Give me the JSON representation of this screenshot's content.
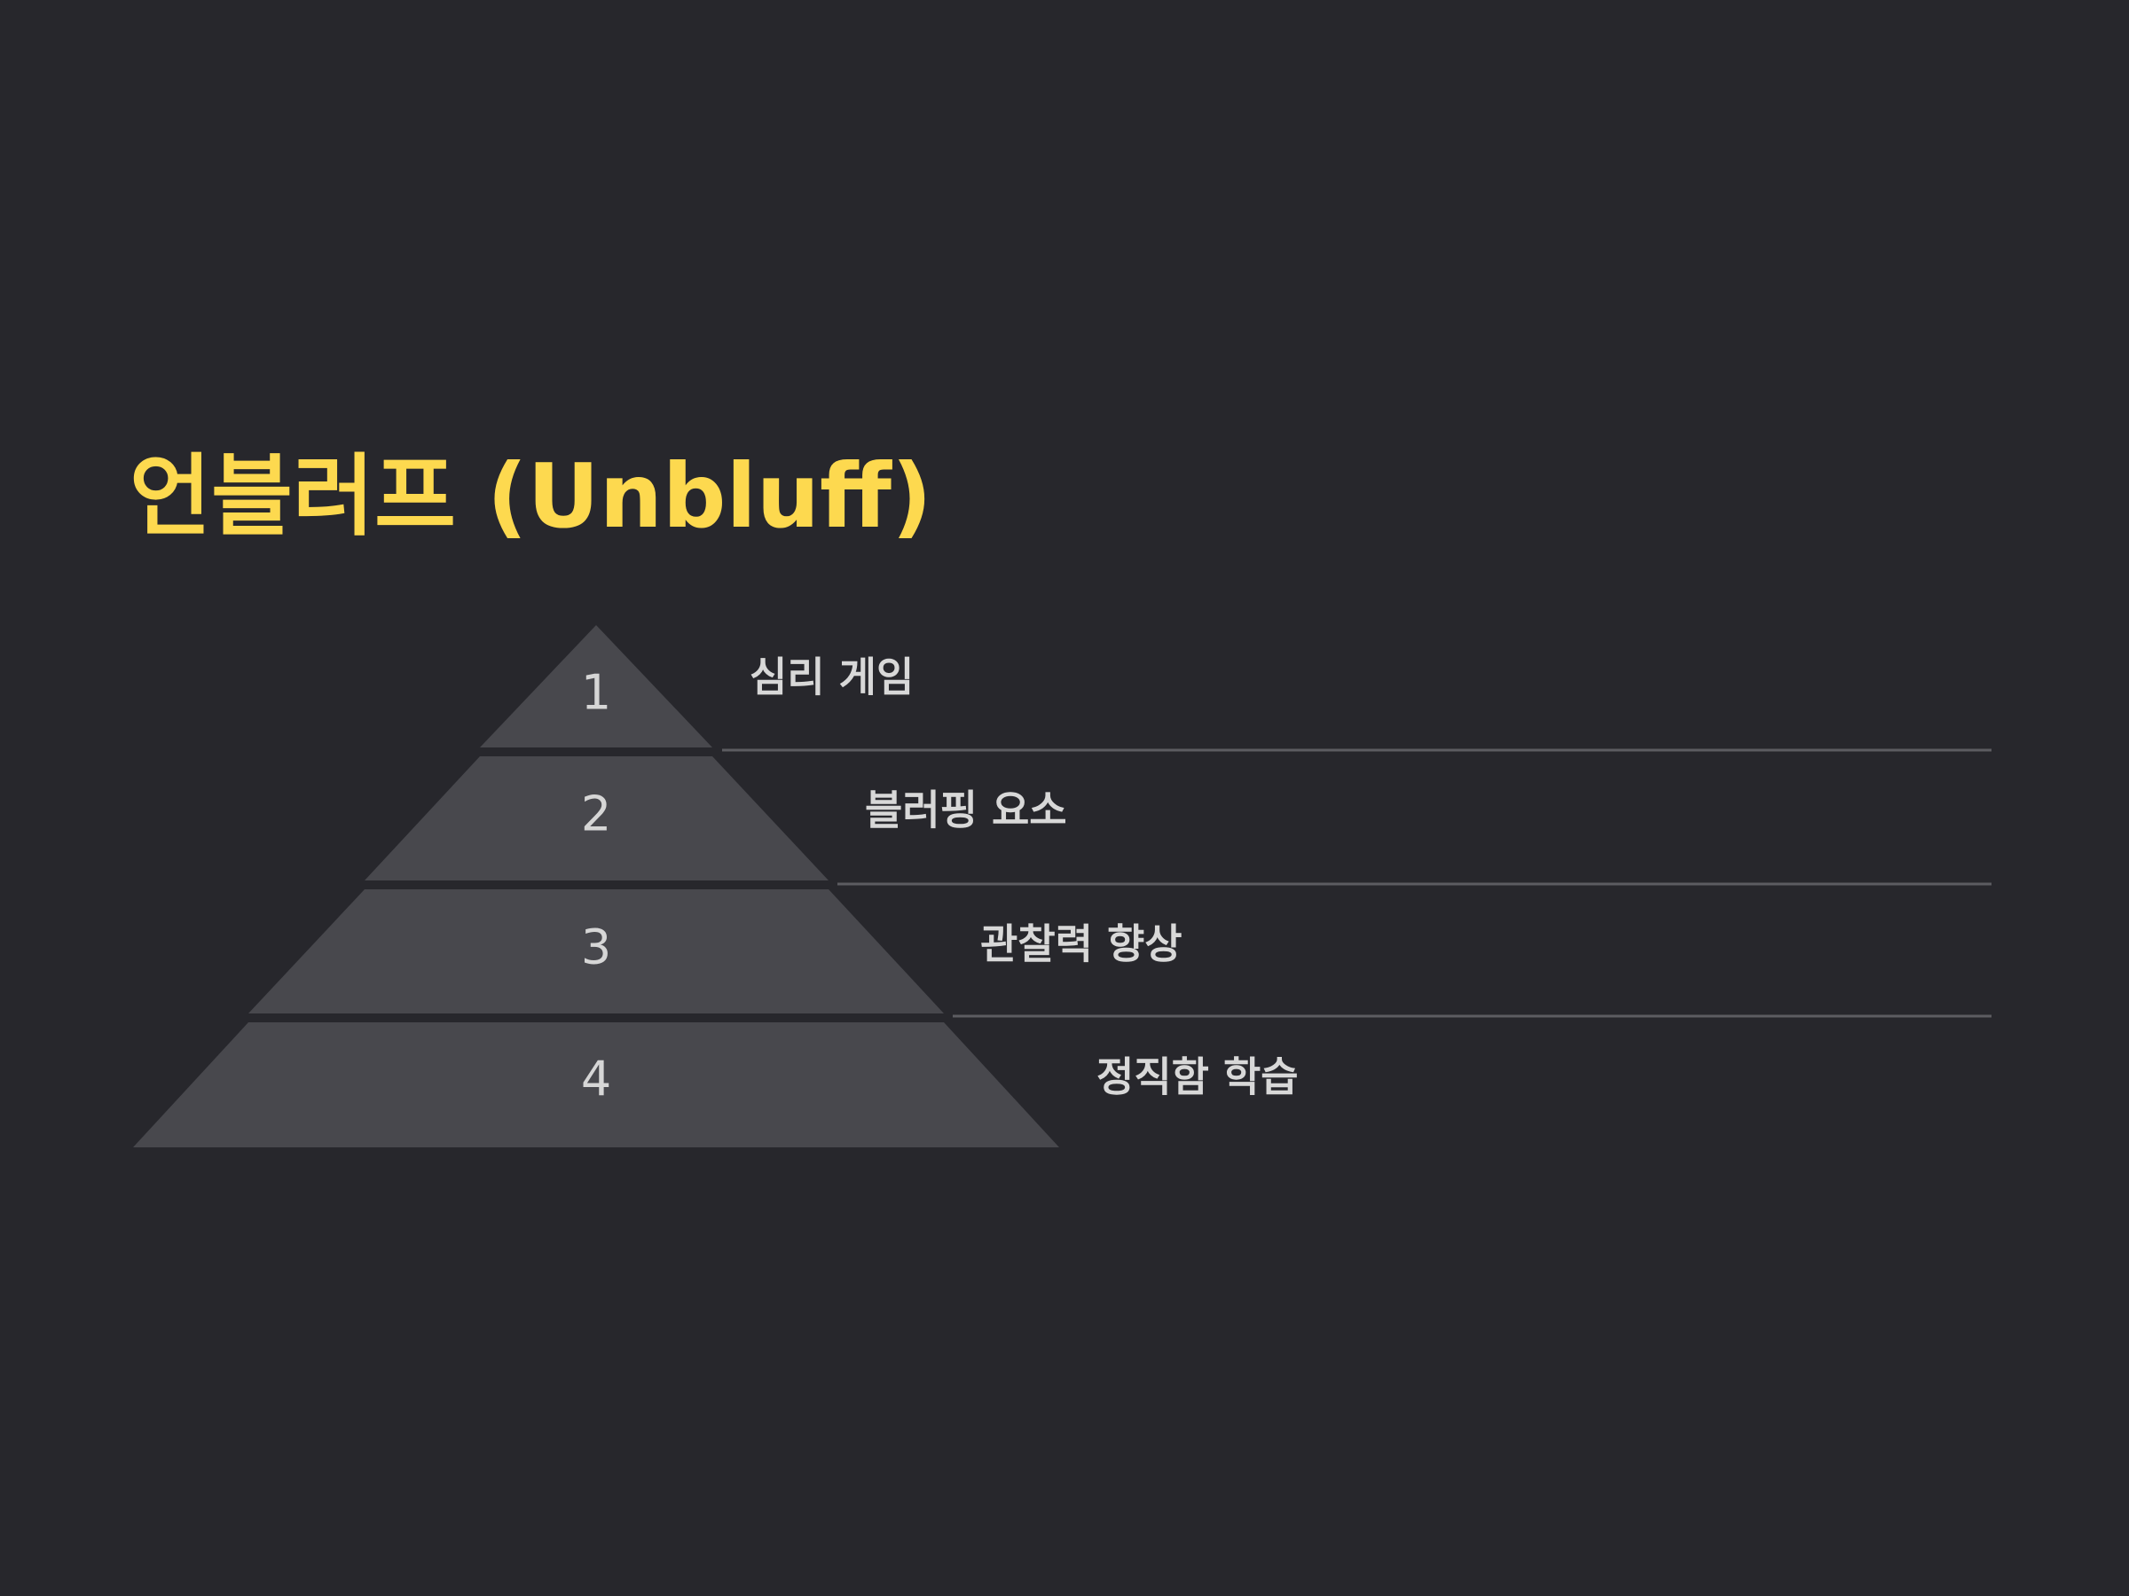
{
  "slide": {
    "title": "언블러프 (Unbluff)"
  },
  "pyramid": {
    "tiers": [
      {
        "number": "1",
        "label": "심리 게임"
      },
      {
        "number": "2",
        "label": "블러핑 요소"
      },
      {
        "number": "3",
        "label": "관찰력 향상"
      },
      {
        "number": "4",
        "label": "정직함 학습"
      }
    ]
  },
  "colors": {
    "background": "#27272c",
    "title": "#fdd94f",
    "tier_fill": "#48484d",
    "divider": "#5c5c61",
    "text": "#d8d8d8"
  }
}
